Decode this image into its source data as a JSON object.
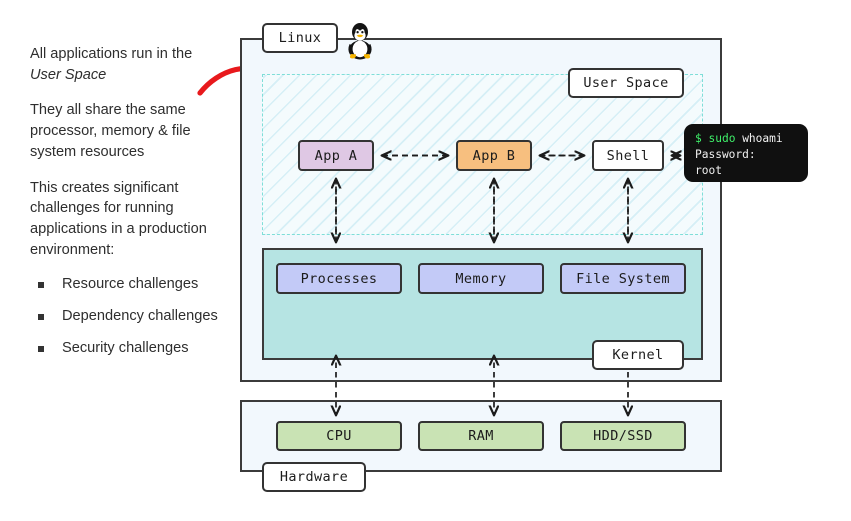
{
  "left_panel": {
    "paragraphs": [
      {
        "lead": "All applications run in the ",
        "emphasis": "User Space",
        "trail": ""
      },
      {
        "lead": "They all share the same processor, memory & file system resources",
        "emphasis": "",
        "trail": ""
      },
      {
        "lead": "This creates significant challenges for running applications in a production environment:",
        "emphasis": "",
        "trail": ""
      }
    ],
    "para_1_lead": "All applications run in",
    "para_1_the": "the ",
    "para_1_emphasis": "User Space",
    "para_2": "They all share the same processor, memory & file system resources",
    "para_3": "This creates significant challenges for running applications in a production environment:",
    "challenges": [
      {
        "label": "Resource challenges"
      },
      {
        "label": "Dependency challenges"
      },
      {
        "label": "Security challenges"
      }
    ]
  },
  "diagram": {
    "containers": {
      "linux_label": "Linux",
      "user_space_label": "User Space",
      "kernel_label": "Kernel",
      "hardware_label": "Hardware"
    },
    "user_space_nodes": [
      {
        "id": "app-a",
        "label": "App A",
        "color": "#dfc8e4"
      },
      {
        "id": "app-b",
        "label": "App B",
        "color": "#f7bf7f"
      },
      {
        "id": "shell",
        "label": "Shell",
        "color": "#ffffff"
      }
    ],
    "kernel_nodes": [
      {
        "id": "processes",
        "label": "Processes",
        "color": "#c3caf7"
      },
      {
        "id": "memory",
        "label": "Memory",
        "color": "#c3caf7"
      },
      {
        "id": "filesystem",
        "label": "File System",
        "color": "#c3caf7"
      }
    ],
    "hardware_nodes": [
      {
        "id": "cpu",
        "label": "CPU",
        "color": "#c9e3b4"
      },
      {
        "id": "ram",
        "label": "RAM",
        "color": "#c9e3b4"
      },
      {
        "id": "hddssd",
        "label": "HDD/SSD",
        "color": "#c9e3b4"
      }
    ],
    "terminal": {
      "prompt": "$",
      "command_keyword": "sudo",
      "command_arg": " whoami",
      "line_2": "Password:",
      "line_3": "root",
      "background": "#101010",
      "prompt_color": "#3ff06a",
      "text_color": "#f2f2f2"
    },
    "icons": {
      "penguin": "tux-penguin-icon",
      "annotation_arrow": "red-curved-arrow-icon"
    },
    "colors": {
      "linux_container_bg": "#f2f8fd",
      "kernel_bg": "#b6e4e3",
      "user_space_hatch": "#96d7e8",
      "user_space_border": "#7fded8",
      "annotation_arrow": "#e8191c",
      "stroke": "#333333"
    }
  }
}
